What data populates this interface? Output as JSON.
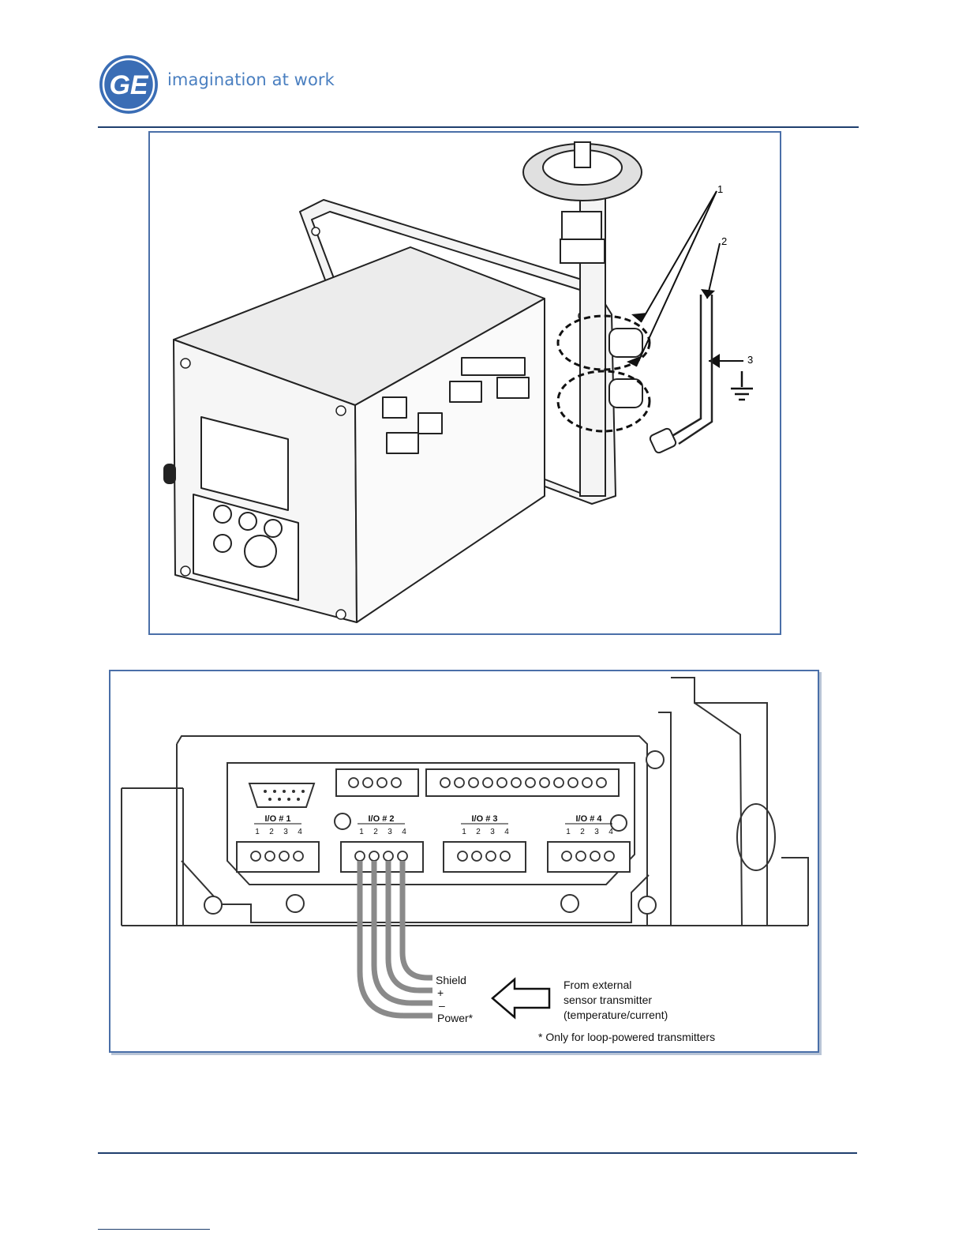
{
  "header": {
    "logo_icon": "ge-monogram-logo",
    "logo_text": "GE",
    "tagline": "imagination at work",
    "brand_color": "#4a7fc0"
  },
  "figure1": {
    "callouts": [
      "1",
      "2",
      "3"
    ],
    "icons": [
      "handwheel-valve-icon",
      "ground-symbol-icon",
      "sensor-probe-icon"
    ]
  },
  "figure2": {
    "io_labels": [
      "I/O # 1",
      "I/O # 2",
      "I/O # 3",
      "I/O # 4"
    ],
    "pin_numbers": [
      "1",
      "2",
      "3",
      "4"
    ],
    "wire_labels": [
      "Shield",
      "+",
      "–",
      "Power*"
    ],
    "source_lines": [
      "From external",
      "sensor transmitter",
      "(temperature/current)"
    ],
    "footnote": "* Only for loop-powered transmitters"
  }
}
